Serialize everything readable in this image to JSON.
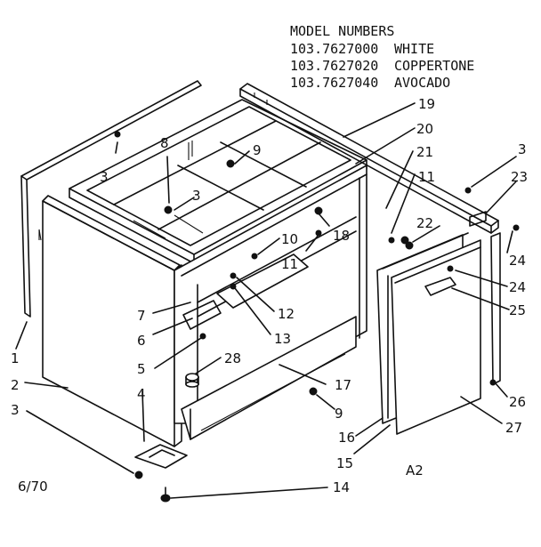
{
  "header": {
    "title": "MODEL NUMBERS",
    "models": [
      {
        "number": "103.7627000",
        "finish": "WHITE"
      },
      {
        "number": "103.7627020",
        "finish": "COPPERTONE"
      },
      {
        "number": "103.7627040",
        "finish": "AVOCADO"
      }
    ]
  },
  "footer": {
    "date": "6/70",
    "sheet": "A2"
  },
  "callouts": {
    "c1": "1",
    "c2": "2",
    "c3a": "3",
    "c3b": "3",
    "c3c": "3",
    "c3d": "3",
    "c4": "4",
    "c5": "5",
    "c6": "6",
    "c7": "7",
    "c8": "8",
    "c9a": "9",
    "c9b": "9",
    "c10": "10",
    "c11a": "11",
    "c11b": "11",
    "c12": "12",
    "c13": "13",
    "c14": "14",
    "c15": "15",
    "c16": "16",
    "c17": "17",
    "c18": "18",
    "c19": "19",
    "c20": "20",
    "c21": "21",
    "c22": "22",
    "c23": "23",
    "c24a": "24",
    "c24b": "24",
    "c25": "25",
    "c26": "26",
    "c27": "27",
    "c28": "28"
  }
}
